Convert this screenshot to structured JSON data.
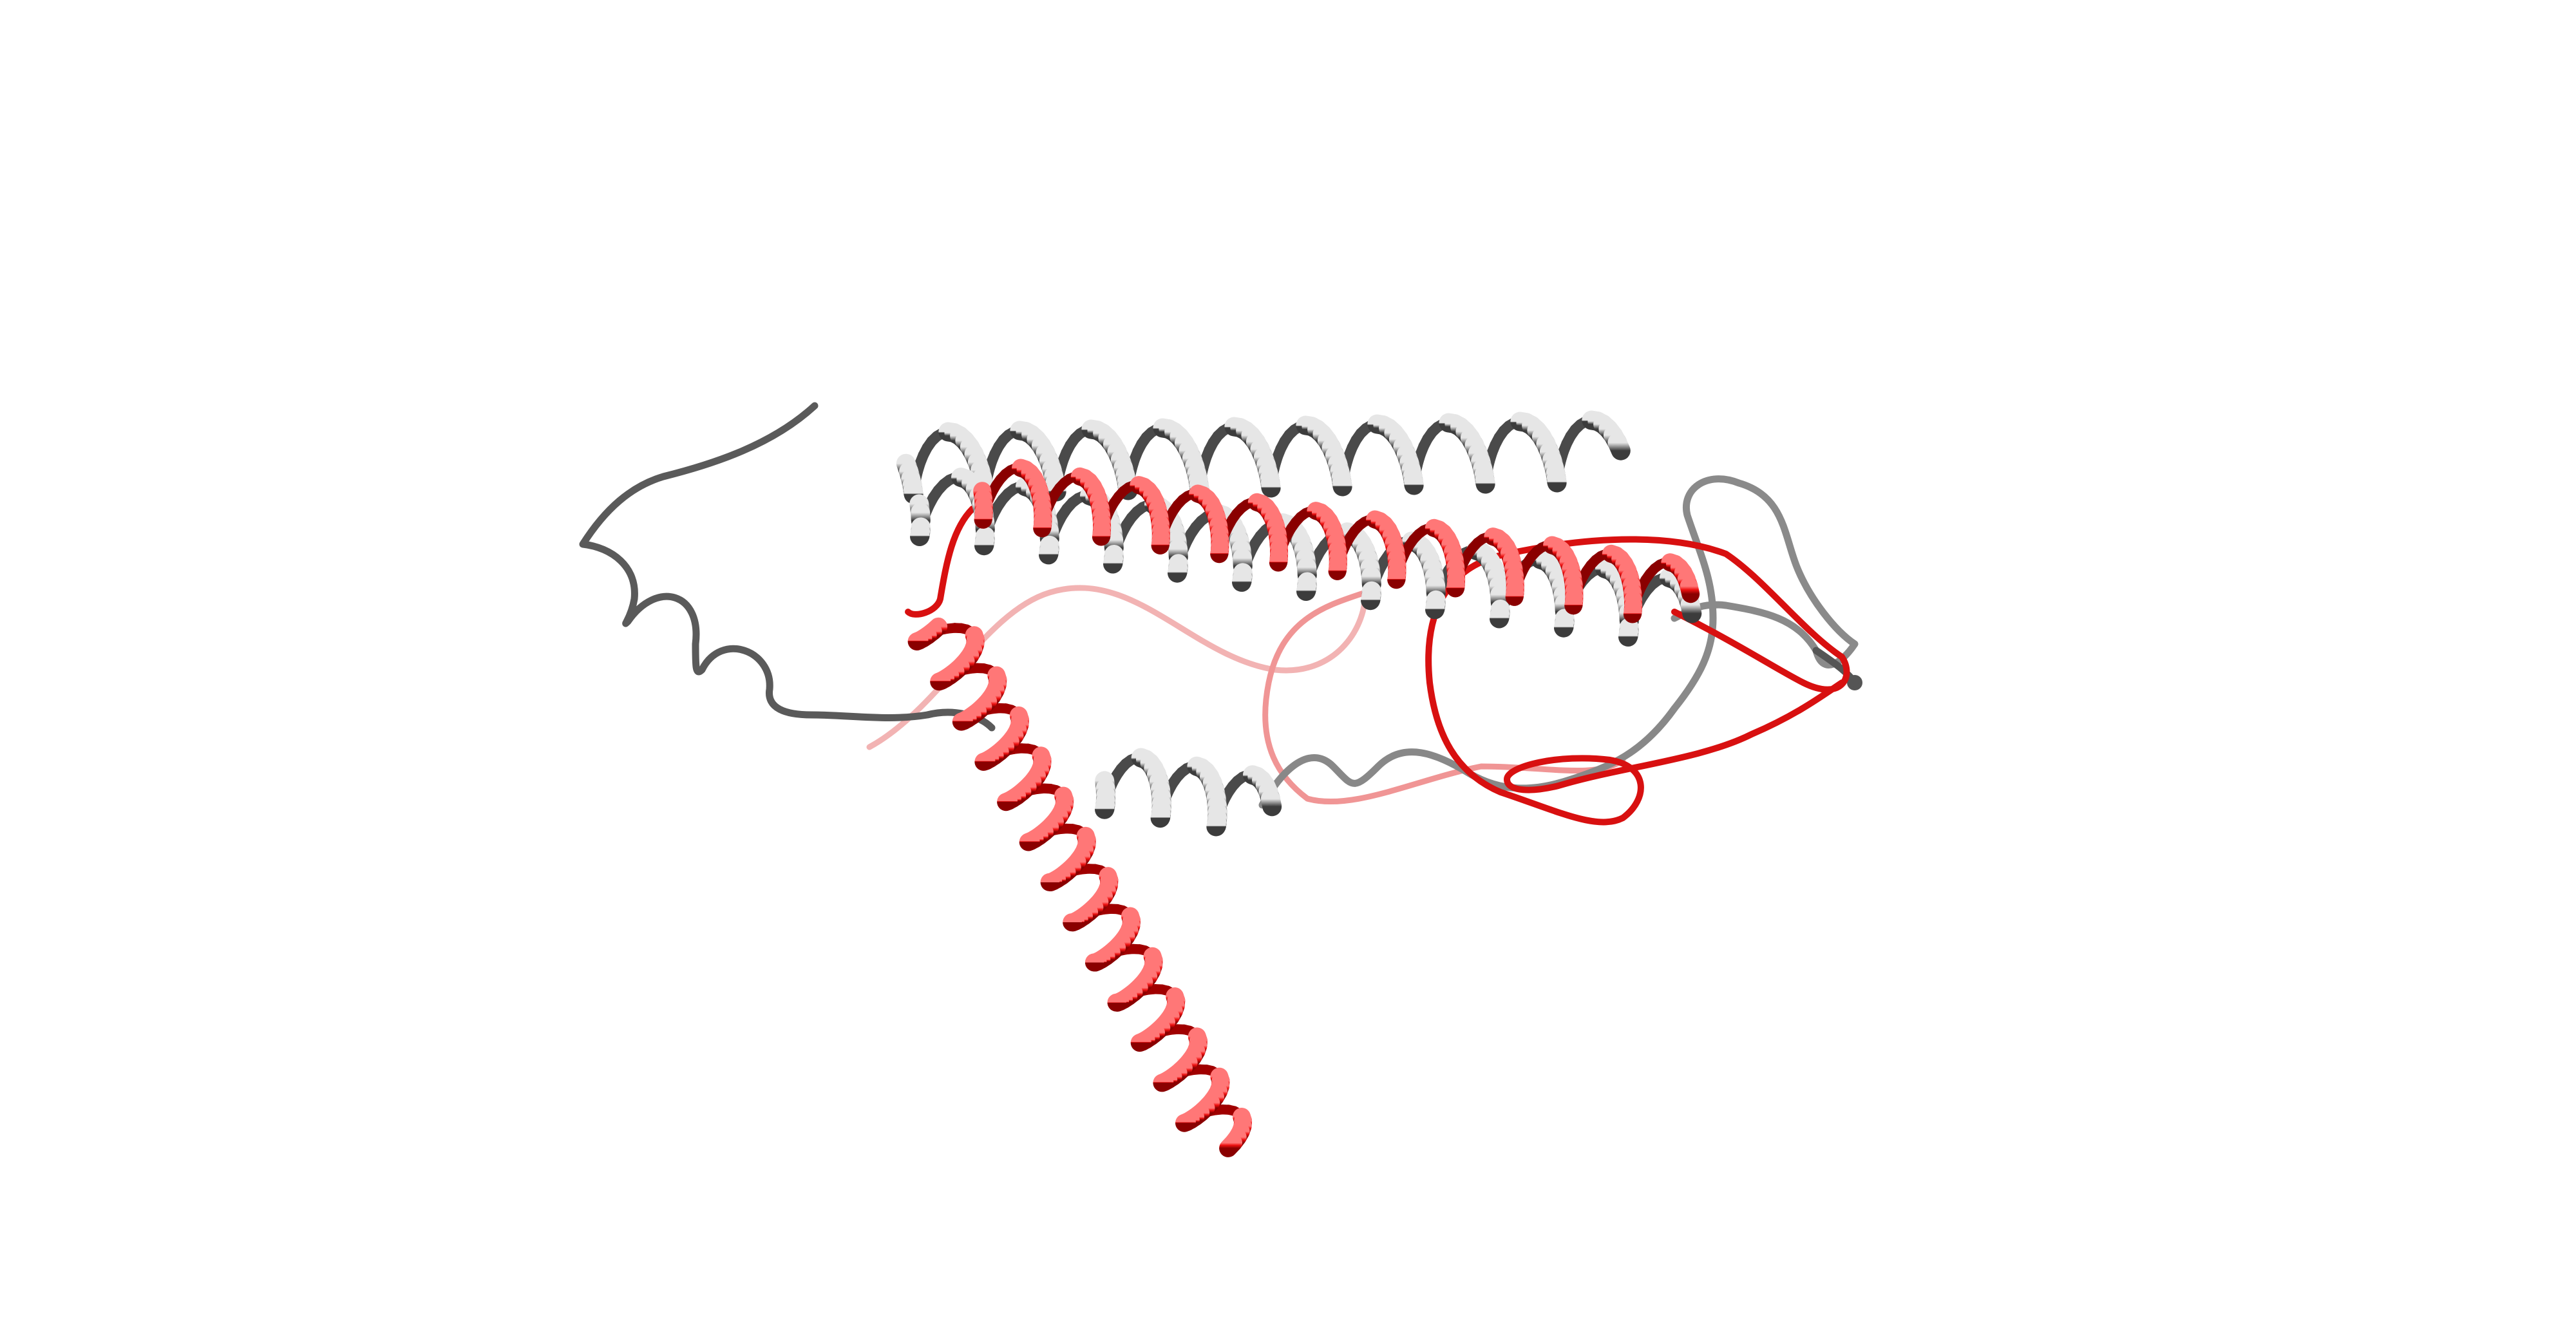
{
  "scene": {
    "background": "#ffffff",
    "chains": [
      {
        "id": "chain-gray",
        "color": "#8c8c8c",
        "highlight": "#f2f2f2",
        "shadow": "#3a3a3a"
      },
      {
        "id": "chain-red",
        "color": "#e8141a",
        "highlight": "#ff8a8a",
        "shadow": "#8a0000"
      }
    ],
    "representation": "ribbon cartoon"
  }
}
